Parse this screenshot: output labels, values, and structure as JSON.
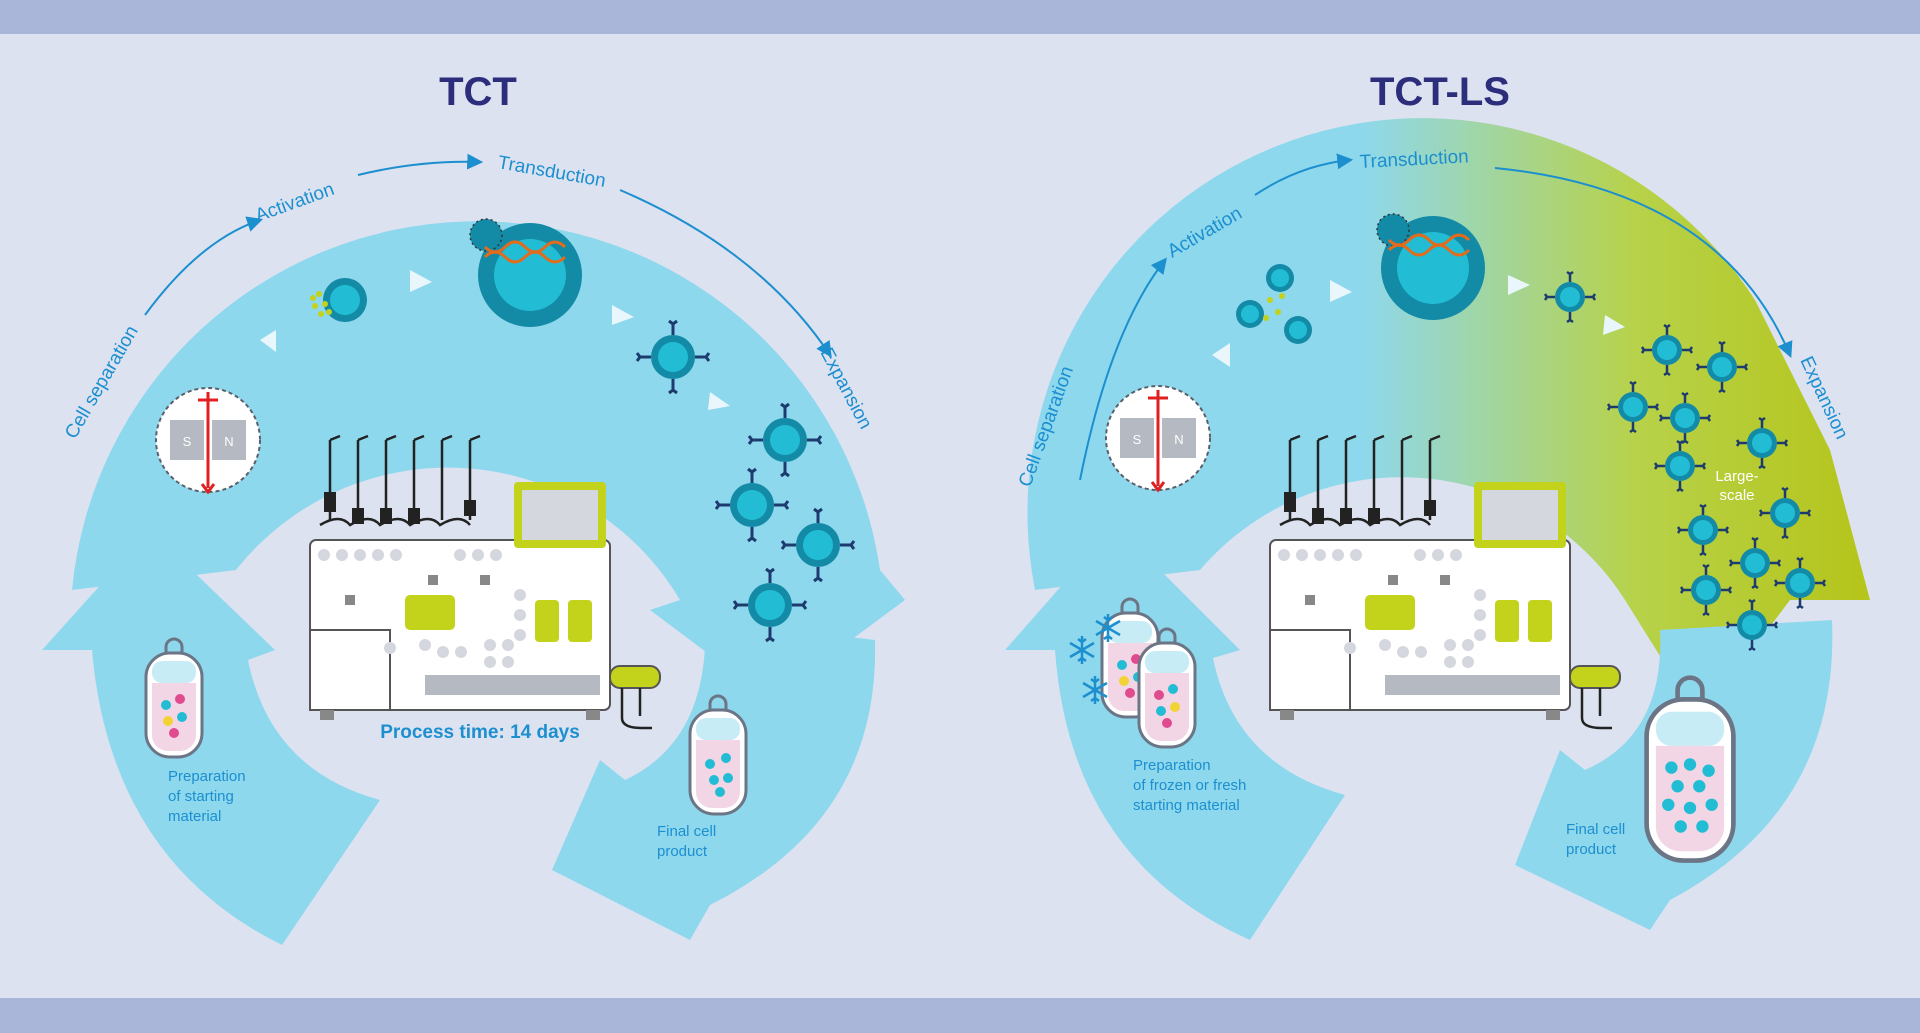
{
  "colors": {
    "background": "#dde2f1",
    "band": "#a9b6da",
    "ring": "#8ed8ee",
    "label_blue": "#1c8fcf",
    "title_navy": "#2c2e7c",
    "cell_teal": "#1aa7c1",
    "lime": "#c3d21a",
    "dna_orange": "#e36b1c"
  },
  "panels": [
    {
      "title": "TCT",
      "steps": [
        "Cell separation",
        "Activation",
        "Transduction",
        "Expansion"
      ],
      "process_time": "Process time: 14 days",
      "start_label": [
        "Preparation",
        "of starting",
        "material"
      ],
      "final_label": [
        "Final cell",
        "product"
      ]
    },
    {
      "title": "TCT-LS",
      "steps": [
        "Cell separation",
        "Activation",
        "Transduction",
        "Expansion"
      ],
      "scale_label": [
        "Large-",
        "scale"
      ],
      "start_label": [
        "Preparation",
        "of frozen or fresh",
        "starting material"
      ],
      "final_label": [
        "Final cell",
        "product"
      ]
    }
  ],
  "icons": [
    "magnet-separation-icon",
    "activation-cell-icon",
    "transduction-cell-icon",
    "car-t-cell-icon",
    "blood-bag-icon",
    "snowflake-icon",
    "cell-processing-instrument-icon"
  ]
}
